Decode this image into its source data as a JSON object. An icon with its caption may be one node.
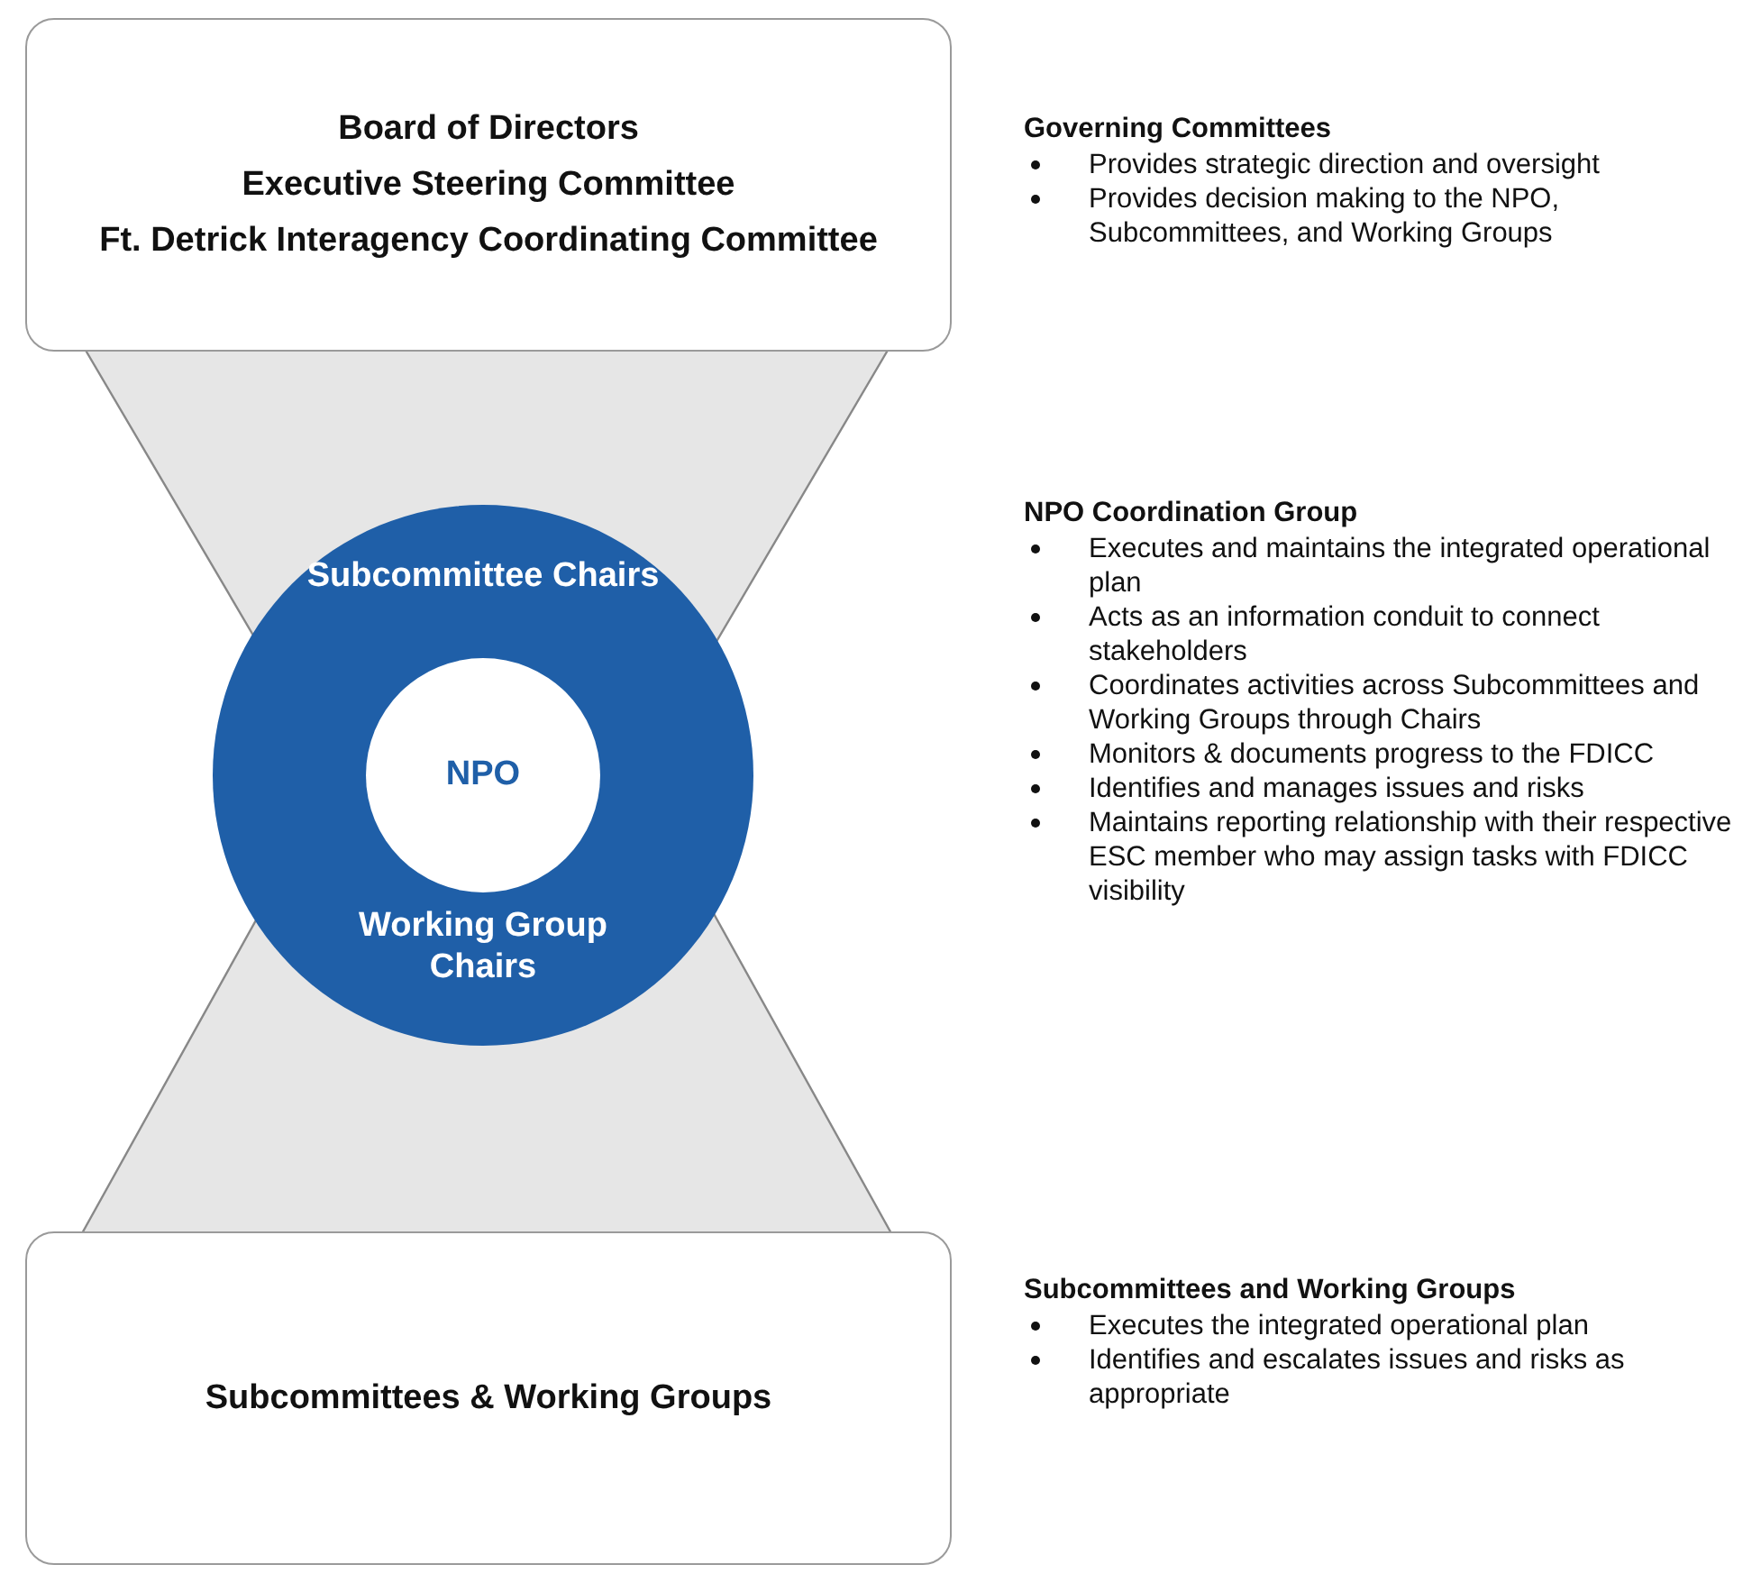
{
  "diagram": {
    "nodes": [
      {
        "text": [
          "Board of Directors",
          "Executive Steering Committee",
          "Ft. Detrick Interagency Coordinating Committee"
        ]
      },
      {
        "text": [
          "Subcommittee Chairs",
          "Working Group Chairs"
        ]
      },
      {
        "text": [
          "NPO"
        ],
        "in": 1
      },
      {
        "text": [
          "Subcommittees & Working Groups"
        ]
      }
    ],
    "edges": [],
    "labels": [
      "Governing Committees",
      "Provides strategic direction and oversight",
      "Provides decision making to the NPO, Subcommittees, and Working Groups",
      "NPO Coordination Group",
      "Executes and maintains the integrated operational plan",
      "Acts as an information conduit to connect stakeholders",
      "Coordinates activities across Subcommittees and Working Groups through Chairs",
      "Monitors & documents progress to the FDICC",
      "Identifies and manages issues and risks",
      "Maintains reporting relationship with their respective ESC member who may assign tasks with FDICC visibility",
      "Subcommittees and Working Groups",
      "Executes the integrated operational plan",
      "Identifies and escalates issues and risks as appropriate"
    ]
  }
}
